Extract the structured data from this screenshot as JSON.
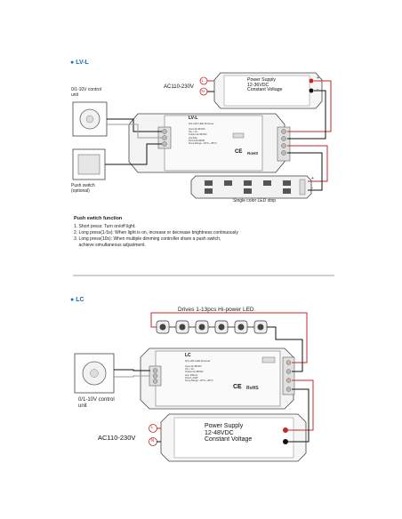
{
  "sections": {
    "lvl": {
      "title": "LV-L",
      "mains_label": "AC110-230V",
      "power_supply": [
        "Power Supply",
        "12-36VDC",
        "Constant Voltage"
      ],
      "dimmer_label": "0/1-10V control unit",
      "switch_label": "Push switch (optional)",
      "led_label": "Single color LED strip",
      "controller": {
        "model": "LV-L",
        "subtitle": "0/1-10V LED Dimmer",
        "specs": [
          "Input:12-36VDC",
          "Vo+ / Vo-",
          "Output:12-36VDC",
          "Iout:10A",
          "Pout:120-360W",
          "Temp Range: -30°C~+55°C"
        ],
        "ce": "CE",
        "rohs": "RoHS"
      }
    },
    "lc": {
      "title": "LC",
      "drives_label": "Drives 1-13pcs Hi-power LED",
      "mains_label": "AC110-230V",
      "power_supply": [
        "Power Supply",
        "12-48VDC",
        "Constant Voltage"
      ],
      "dimmer_label": "0/1-10V control unit",
      "controller": {
        "model": "LC",
        "subtitle": "0/1-10V LED Dimmer",
        "specs": [
          "Input:12-48VDC",
          "Vo+ / Vo-",
          "Output:12-48VDC",
          "Iout: 350mA",
          "Pout:1-4.5W",
          "Temp Range: -30°C~+55°C"
        ],
        "ce": "CE",
        "rohs": "RoHS"
      }
    }
  },
  "push_switch_function": {
    "heading": "Push switch function",
    "items": [
      "1. Short press: Turn on/off light.",
      "2. Long press(1-5s): When light is on, increase or decrease brightness continuously",
      "3. Long press(10s): When multiple dimming controller share a push switch,",
      "    achieve simultaneous adjustment."
    ]
  },
  "terminal_marks": {
    "live": "L",
    "neutral": "N",
    "plus": "+",
    "minus": "-"
  },
  "colors": {
    "accent": "#1f6fb5",
    "wire_red": "#c62828",
    "wire_black": "#111111",
    "wire_white": "#9e9e9e"
  }
}
